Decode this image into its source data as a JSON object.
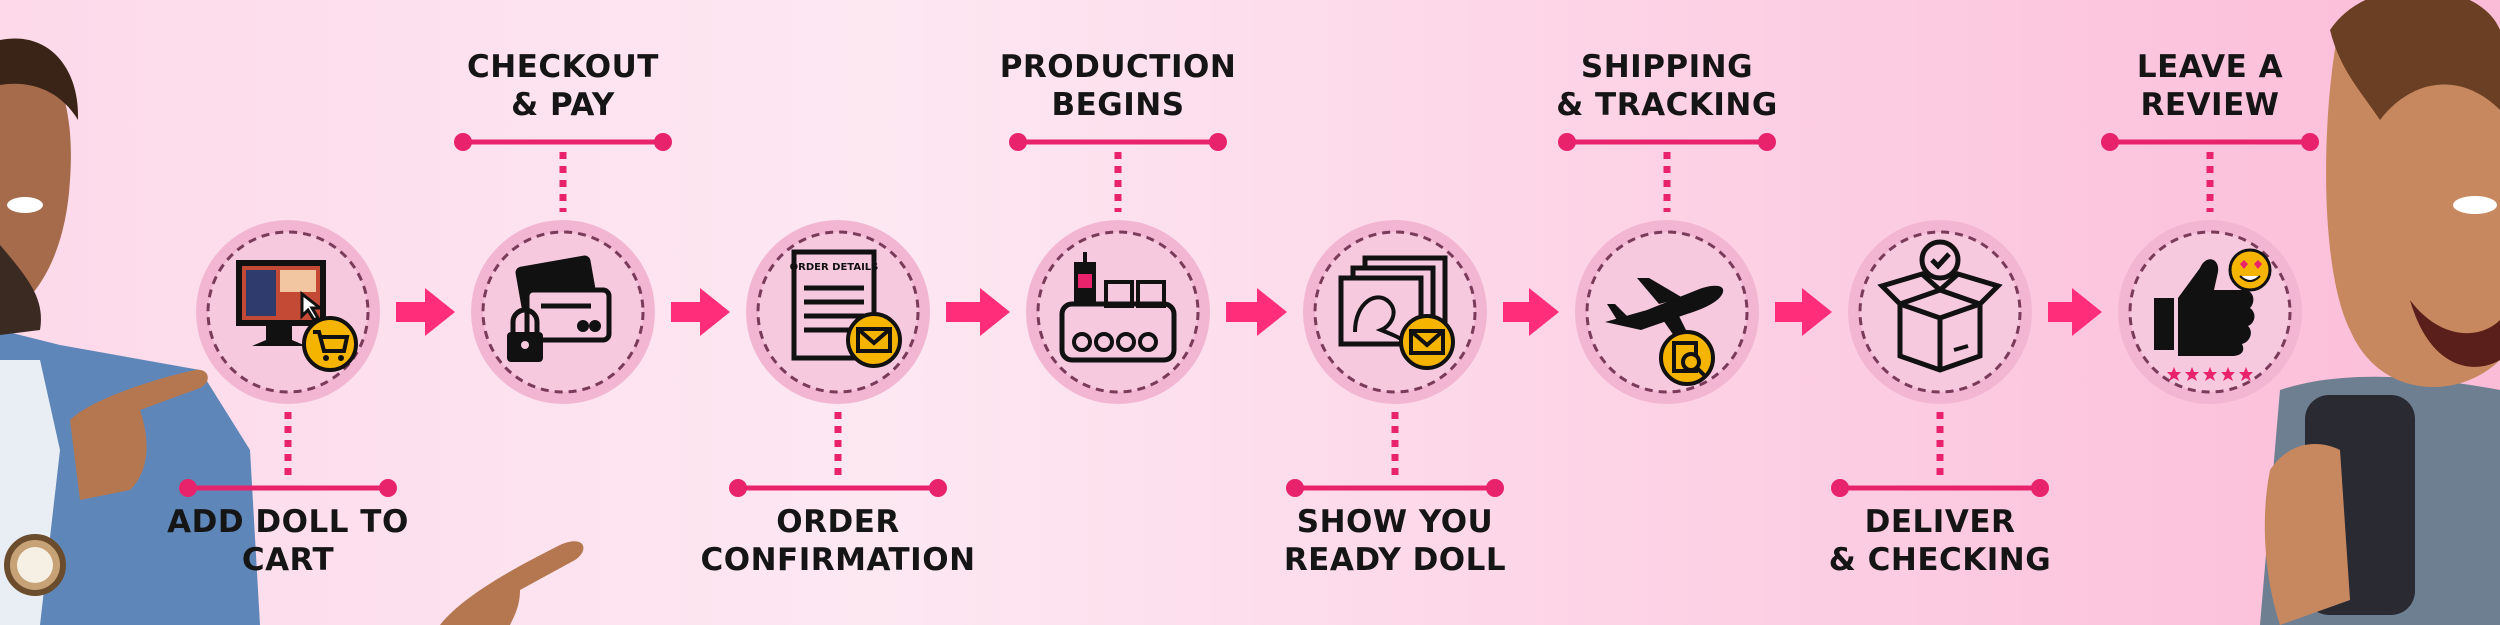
{
  "theme": {
    "accent": "#ff2d7a",
    "dot_line": "#e8236b",
    "badge": "#f5b400",
    "circle_fill": "#f2b6d3",
    "circle_inner": "#f7c9df"
  },
  "steps": [
    {
      "label_line1": "ADD DOLL TO",
      "label_line2": "CART",
      "icon": "computer-cart-icon",
      "position": "below"
    },
    {
      "label_line1": "CHECKOUT",
      "label_line2": "& PAY",
      "icon": "credit-card-lock-icon",
      "position": "above"
    },
    {
      "label_line1": "ORDER",
      "label_line2": "CONFIRMATION",
      "icon": "order-details-mail-icon",
      "position": "below",
      "icon_text": "ORDER DETAILS"
    },
    {
      "label_line1": "PRODUCTION",
      "label_line2": "BEGINS",
      "icon": "factory-machine-icon",
      "position": "above"
    },
    {
      "label_line1": "SHOW YOU",
      "label_line2": "READY DOLL",
      "icon": "photos-mail-icon",
      "position": "below"
    },
    {
      "label_line1": "SHIPPING",
      "label_line2": "& TRACKING",
      "icon": "airplane-tracking-icon",
      "position": "above"
    },
    {
      "label_line1": "DELIVER",
      "label_line2": "& CHECKING",
      "icon": "package-check-icon",
      "position": "below"
    },
    {
      "label_line1": "LEAVE A",
      "label_line2": "REVIEW",
      "icon": "thumbs-up-review-icon",
      "position": "above"
    }
  ],
  "people": [
    {
      "icon": "man-pointing-left-icon"
    },
    {
      "icon": "man-holding-phone-right-icon"
    }
  ]
}
